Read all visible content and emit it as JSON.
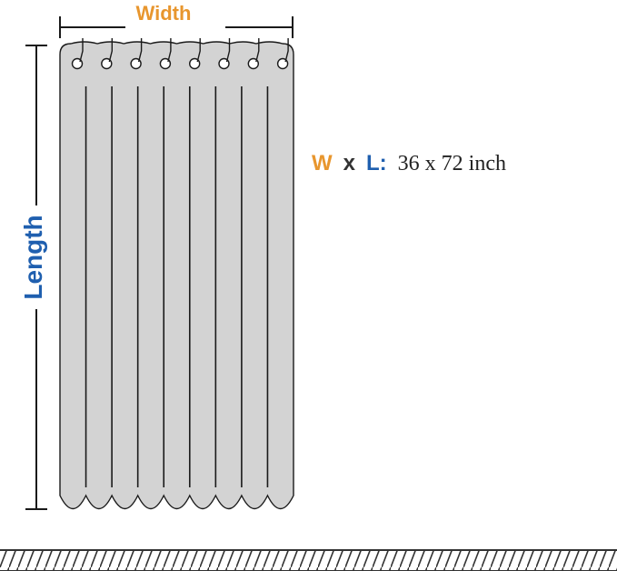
{
  "labels": {
    "width": "Width",
    "length": "Length"
  },
  "dimensions": {
    "w_letter": "W",
    "x_sep": "x",
    "l_letter": "L:",
    "value": "36 x 72 inch"
  },
  "colors": {
    "width_accent": "#E8962E",
    "length_accent": "#1F5FAF",
    "curtain_fill": "#D3D3D3",
    "outline": "#1a1a1a",
    "hatch": "#333333"
  },
  "curtain": {
    "hook_count": 8,
    "scallop_count": 9
  }
}
